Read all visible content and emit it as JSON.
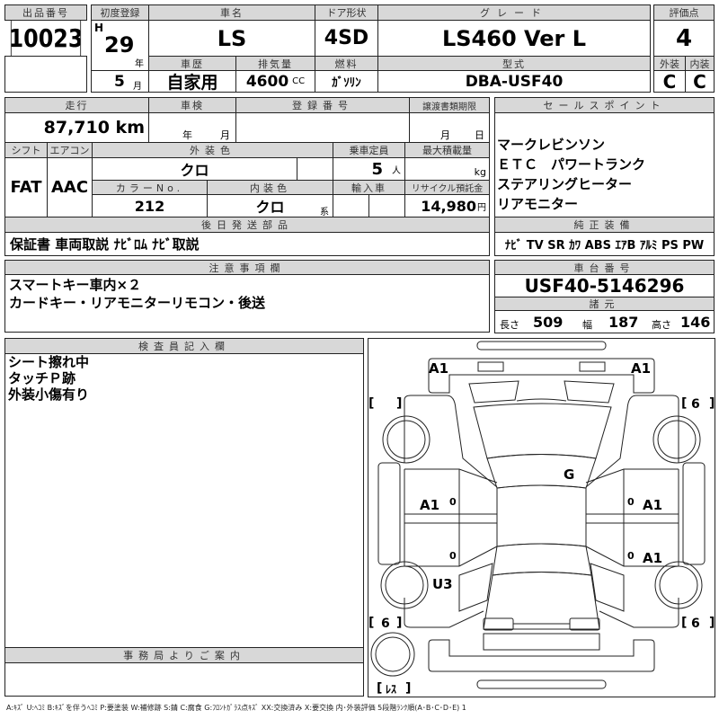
{
  "lot": {
    "label": "出品番号",
    "value": "10023"
  },
  "first_reg": {
    "label": "初度登録",
    "era": "H",
    "year": "29",
    "year_unit": "年",
    "month": "5",
    "month_unit": "月"
  },
  "car_name": {
    "label": "車名",
    "value": "LS"
  },
  "door": {
    "label": "ドア形状",
    "value": "4SD"
  },
  "grade": {
    "label": "グレード",
    "value": "LS460 Ver L"
  },
  "score": {
    "label": "評価点",
    "value": "4",
    "ext_label": "外装",
    "int_label": "内装",
    "ext": "C",
    "int": "C"
  },
  "history": {
    "label": "車歴",
    "value": "自家用"
  },
  "displacement": {
    "label": "排気量",
    "value": "4600",
    "unit": "CC"
  },
  "fuel": {
    "label": "燃料",
    "value": "ｶﾞｿﾘﾝ"
  },
  "model": {
    "label": "型式",
    "value": "DBA-USF40"
  },
  "mileage": {
    "label": "走行",
    "value": "87,710 km"
  },
  "inspection": {
    "label": "車検",
    "year_unit": "年",
    "month_unit": "月"
  },
  "reg_no": {
    "label": "登録番号"
  },
  "doc_limit": {
    "label": "譲渡書類期限",
    "month_unit": "月",
    "day_unit": "日"
  },
  "shift": {
    "label": "シフト",
    "value": "FAT"
  },
  "ac": {
    "label": "エアコン",
    "value": "AAC"
  },
  "ext_color": {
    "label": "外装色",
    "value": "クロ"
  },
  "capacity": {
    "label": "乗車定員",
    "value": "5",
    "unit": "人"
  },
  "max_load": {
    "label": "最大積載量",
    "unit": "kg"
  },
  "color_no": {
    "label": "カラーNo.",
    "value": "212"
  },
  "int_color": {
    "label": "内装色",
    "value": "クロ",
    "unit": "系"
  },
  "import": {
    "label": "輸入車"
  },
  "recycle": {
    "label": "リサイクル預託金",
    "value": "14,980",
    "unit": "円"
  },
  "later_parts": {
    "label": "後日発送部品",
    "value": "保証書 車両取説 ﾅﾋﾞﾛﾑ ﾅﾋﾞ取説"
  },
  "sales_points": {
    "label": "セールスポイント",
    "items": [
      "マークレビンソン",
      "ＥＴＣ　パワートランク",
      "ステアリングヒーター",
      "リアモニター"
    ]
  },
  "equipment": {
    "label": "純正装備",
    "value": "ﾅﾋﾞ TV SR ｶﾜ ABS ｴｱB ｱﾙﾐ PS PW"
  },
  "notes": {
    "label": "注意事項欄",
    "lines": [
      "スマートキー車内×２",
      "カードキー・リアモニターリモコン・後送"
    ]
  },
  "chassis": {
    "label": "車台番号",
    "value": "USF40-5146296"
  },
  "specs": {
    "label": "諸元",
    "length_label": "長さ",
    "length": "509",
    "width_label": "幅",
    "width": "187",
    "height_label": "高さ",
    "height": "146"
  },
  "inspector": {
    "label": "検査員記入欄",
    "lines": [
      "シート擦れ中",
      "タッチＰ跡",
      "外装小傷有り"
    ]
  },
  "office": {
    "label": "事務局よりご案内"
  },
  "diagram": {
    "front_left": "A1",
    "front_right": "A1",
    "glass": "G",
    "left_front_door": "A1",
    "right_front_door": "A1",
    "right_rear_door": "A1",
    "left_rear_fender": "U3",
    "zero": "0",
    "tire_fl": "",
    "tire_fr": "6",
    "tire_rl": "6",
    "tire_rr": "6",
    "spare": "ﾚｽ"
  },
  "legend": "A:ｷｽﾞ U:ﾍｺﾐ B:ｷｽﾞを伴うﾍｺﾐ P:要塗装 W:補修跡 S:錆 C:腐食 G:ﾌﾛﾝﾄｶﾞﾗｽ点ｷｽﾞ XX:交換済み X:要交換 内･外装評価 5段階ﾗﾝｸ順(A･B･C･D･E) 1"
}
